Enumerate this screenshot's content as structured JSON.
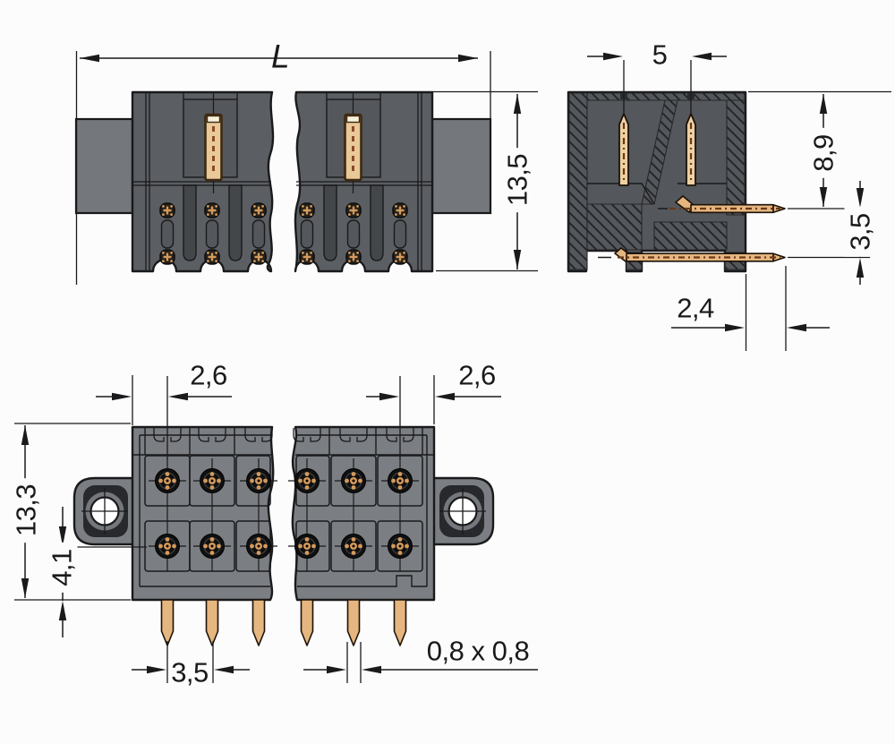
{
  "colors": {
    "background": "#fcfcfc",
    "line": "#1a1a1c",
    "body_front": "#5b5e62",
    "body_section": "#54575b",
    "body_bottom": "#7b7e82",
    "side_block": "#74777b",
    "recess": "#44474a",
    "copper": "#e6b680",
    "copper_pale": "#edd0a4",
    "copper_dark": "#6b3a18",
    "contact_orange": "#d49a5c",
    "hole_white": "#ffffff"
  },
  "dimensions": {
    "overall_length": {
      "label": "L"
    },
    "front_height": {
      "label": "13,5"
    },
    "pin_pitch": {
      "label": "5"
    },
    "upper_pin_length": {
      "label": "8,9"
    },
    "row_spacing_side": {
      "label": "3,5"
    },
    "pin_bottom_offset": {
      "label": "2,4"
    },
    "edge_to_first_pin_left": {
      "label": "2,6"
    },
    "edge_to_first_pin_right": {
      "label": "2,6"
    },
    "body_depth": {
      "label": "13,3"
    },
    "row_offset": {
      "label": "4,1"
    },
    "pin_pitch_bottom": {
      "label": "3,5"
    },
    "pin_cross_section": {
      "label": "0,8 x 0,8"
    }
  }
}
